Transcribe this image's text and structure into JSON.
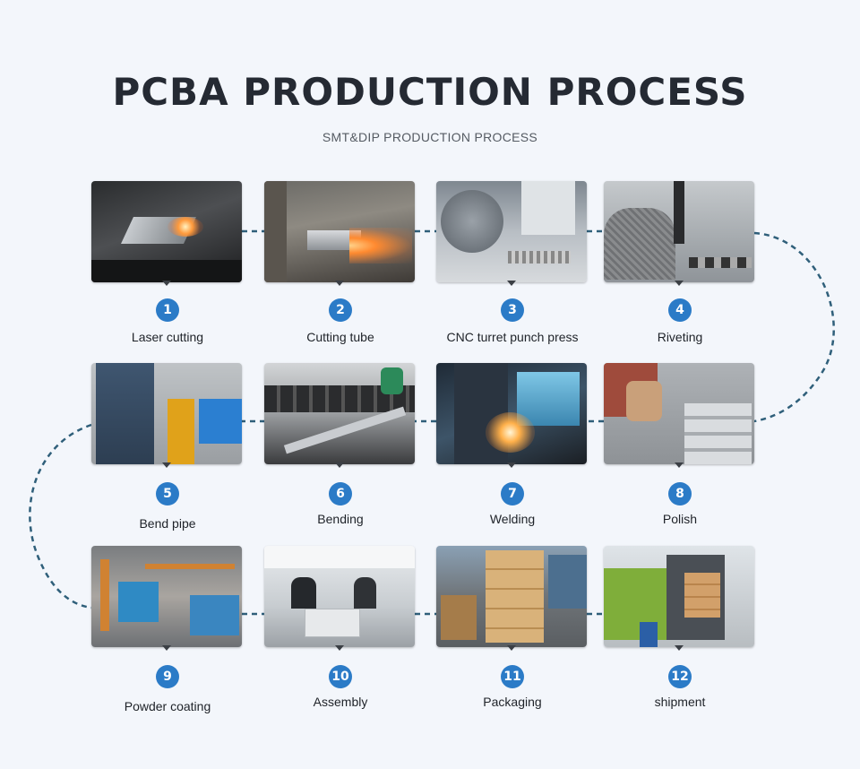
{
  "header": {
    "title": "PCBA PRODUCTION PROCESS",
    "subtitle": "SMT&DIP PRODUCTION PROCESS"
  },
  "colors": {
    "connector": "#2f5f7a",
    "badge": "#2b7bc7",
    "title": "#252a33",
    "background": "#f3f6fb"
  },
  "steps": [
    {
      "number": "1",
      "label": "Laser cutting"
    },
    {
      "number": "2",
      "label": "Cutting tube"
    },
    {
      "number": "3",
      "label": "CNC turret punch press"
    },
    {
      "number": "4",
      "label": "Riveting"
    },
    {
      "number": "5",
      "label": "Bend pipe"
    },
    {
      "number": "6",
      "label": "Bending"
    },
    {
      "number": "7",
      "label": "Welding"
    },
    {
      "number": "8",
      "label": "Polish"
    },
    {
      "number": "9",
      "label": "Powder coating"
    },
    {
      "number": "10",
      "label": "Assembly"
    },
    {
      "number": "11",
      "label": "Packaging"
    },
    {
      "number": "12",
      "label": "shipment"
    }
  ]
}
